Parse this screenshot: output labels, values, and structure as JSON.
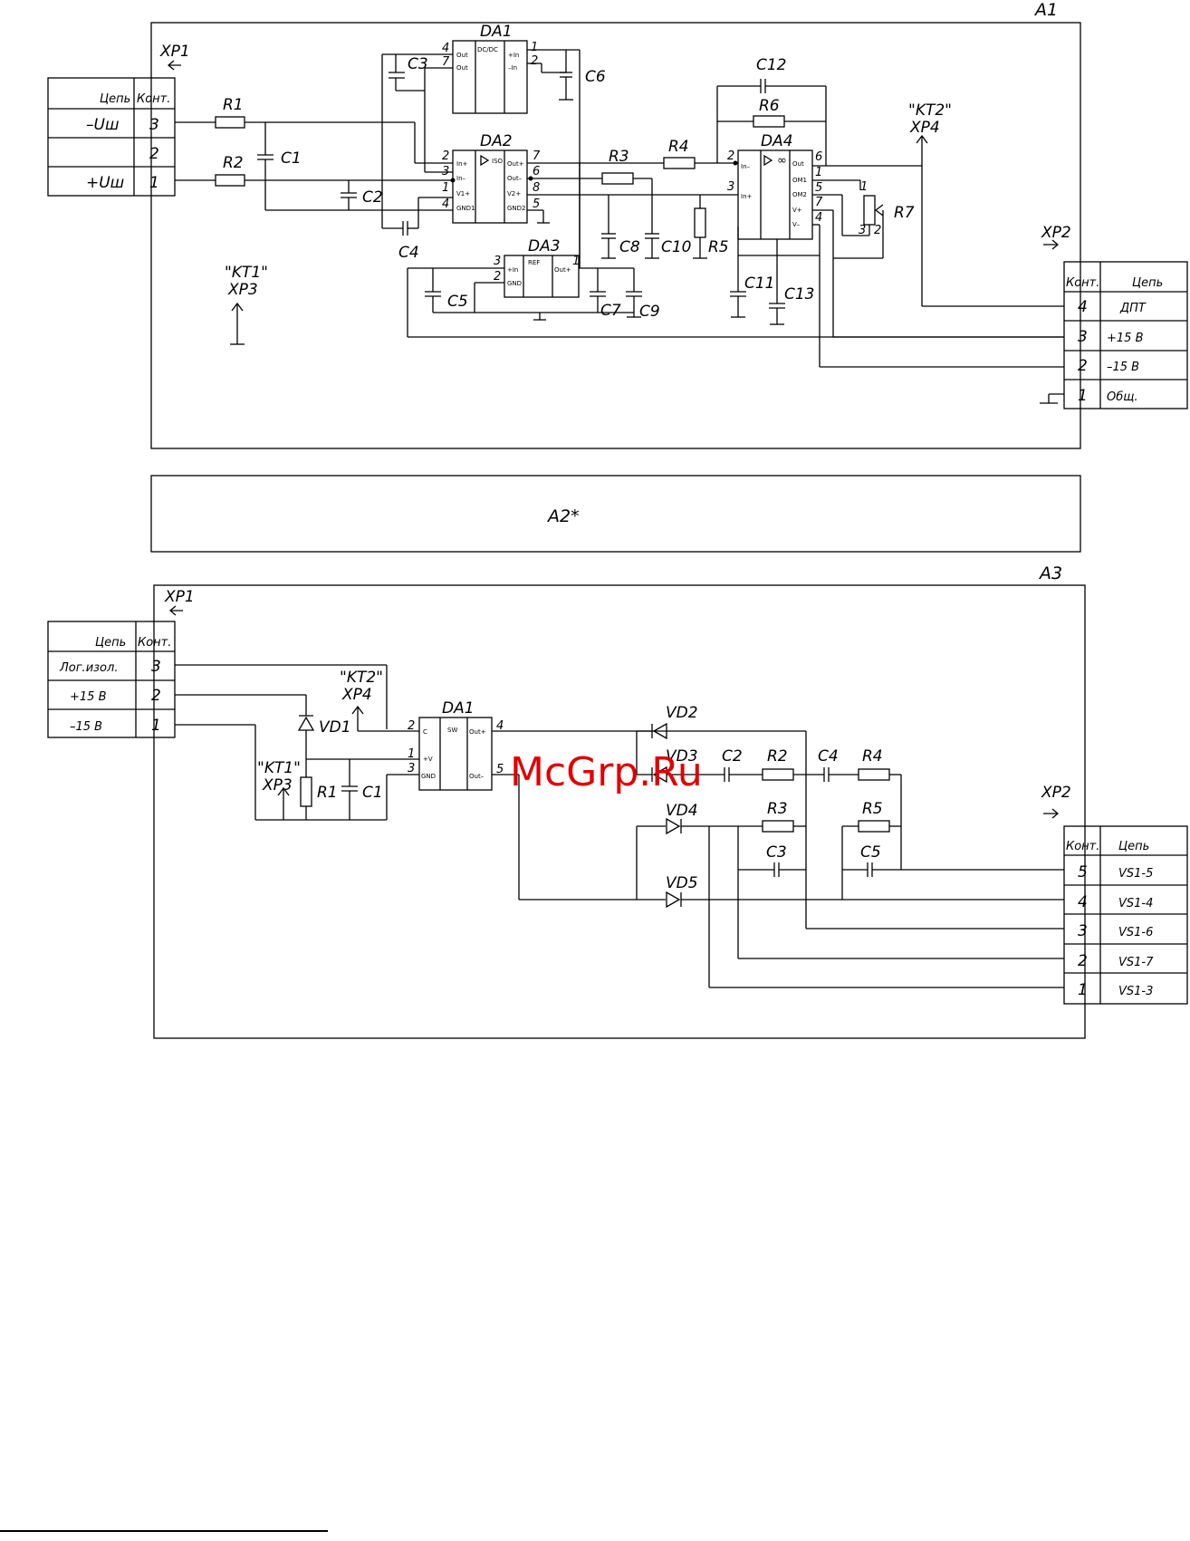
{
  "blocks": {
    "a1": "A1",
    "a2": "A2*",
    "a3": "A3"
  },
  "a1": {
    "xp1": {
      "ref": "XP1",
      "header": {
        "circuit": "Цепь",
        "contact": "Конт."
      },
      "rows": [
        {
          "circuit": "–Uш",
          "contact": "3"
        },
        {
          "circuit": "",
          "contact": "2"
        },
        {
          "circuit": "+Uш",
          "contact": "1"
        }
      ]
    },
    "xp2": {
      "ref": "XP2",
      "header": {
        "contact": "Конт.",
        "circuit": "Цепь"
      },
      "rows": [
        {
          "contact": "4",
          "circuit": "ДПТ"
        },
        {
          "contact": "3",
          "circuit": "+15 В"
        },
        {
          "contact": "2",
          "circuit": "–15 В"
        },
        {
          "contact": "1",
          "circuit": "Общ."
        }
      ]
    },
    "kt1": {
      "name": "\"KT1\"",
      "ref": "XP3"
    },
    "kt2": {
      "name": "\"KT2\"",
      "ref": "XP4"
    },
    "components": {
      "r1": "R1",
      "r2": "R2",
      "r3": "R3",
      "r4": "R4",
      "r5": "R5",
      "r6": "R6",
      "r7": "R7",
      "c1": "C1",
      "c2": "C2",
      "c3": "C3",
      "c4": "C4",
      "c5": "C5",
      "c6": "C6",
      "c7": "C7",
      "c8": "C8",
      "c9": "C9",
      "c10": "C10",
      "c11": "C11",
      "c12": "C12",
      "c13": "C13",
      "da1": "DA1",
      "da2": "DA2",
      "da3": "DA3",
      "da4": "DA4"
    },
    "pins": {
      "da1_4": "4",
      "da1_7": "7",
      "da1_1": "1",
      "da1_2": "2",
      "da2_2": "2",
      "da2_3": "3",
      "da2_1": "1",
      "da2_4": "4",
      "da2_7": "7",
      "da2_6": "6",
      "da2_8": "8",
      "da2_5": "5",
      "da3_3": "3",
      "da3_2": "2",
      "da3_1": "1",
      "da4_2": "2",
      "da4_3": "3",
      "da4_6": "6",
      "da4_1": "1",
      "da4_5": "5",
      "da4_7": "7",
      "da4_4": "4",
      "r7_1": "1",
      "r7_2": "2",
      "r7_3": "3"
    },
    "ic_text": {
      "da1_center": "DC/DC",
      "da1_out1": "Out",
      "da1_out2": "Out",
      "da1_in1": "+In",
      "da1_in2": "–In",
      "da2_iso": "ISO",
      "da2_in1": "In+",
      "da2_in2": "In–",
      "da2_v": "V1+",
      "da2_gnd": "GND1",
      "da2_out1": "Out+",
      "da2_out2": "Out–",
      "da2_v2": "V2+",
      "da2_gnd2": "GND2",
      "da3_center": "REF",
      "da3_in": "+In",
      "da3_gnd": "GND",
      "da3_out": "Out+",
      "da4_in1": "In–",
      "da4_in2": "In+",
      "da4_out": "Out",
      "da4_om1": "OM1",
      "da4_om2": "OM2",
      "da4_vp": "V+",
      "da4_vm": "V–"
    }
  },
  "a3": {
    "xp1": {
      "ref": "XP1",
      "header": {
        "circuit": "Цепь",
        "contact": "Конт."
      },
      "rows": [
        {
          "circuit": "Лог.изол.",
          "contact": "3"
        },
        {
          "circuit": "+15 В",
          "contact": "2"
        },
        {
          "circuit": "–15 В",
          "contact": "1"
        }
      ]
    },
    "xp2": {
      "ref": "XP2",
      "header": {
        "contact": "Конт.",
        "circuit": "Цепь"
      },
      "rows": [
        {
          "contact": "5",
          "circuit": "VS1-5"
        },
        {
          "contact": "4",
          "circuit": "VS1-4"
        },
        {
          "contact": "3",
          "circuit": "VS1-6"
        },
        {
          "contact": "2",
          "circuit": "VS1-7"
        },
        {
          "contact": "1",
          "circuit": "VS1-3"
        }
      ]
    },
    "kt1": {
      "name": "\"KT1\"",
      "ref": "XP3"
    },
    "kt2": {
      "name": "\"KT2\"",
      "ref": "XP4"
    },
    "components": {
      "da1": "DA1",
      "vd1": "VD1",
      "vd2": "VD2",
      "vd3": "VD3",
      "vd4": "VD4",
      "vd5": "VD5",
      "r1": "R1",
      "r2": "R2",
      "r3": "R3",
      "r4": "R4",
      "r5": "R5",
      "c1": "C1",
      "c2": "C2",
      "c3": "C3",
      "c4": "C4",
      "c5": "C5"
    },
    "pins": {
      "p2": "2",
      "p1": "1",
      "p3": "3",
      "p4": "4",
      "p5": "5"
    },
    "ic_text": {
      "c": "C",
      "v": "+V",
      "gnd": "GND",
      "sw": "SW",
      "out1": "Out+",
      "out2": "Out–"
    }
  },
  "watermark": "McGrp.Ru"
}
